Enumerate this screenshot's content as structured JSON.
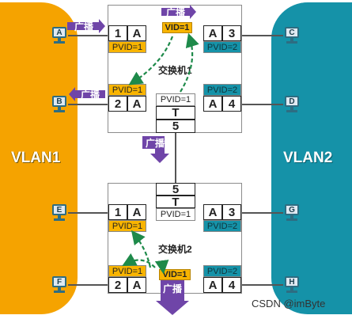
{
  "vlans": {
    "left": "VLAN1",
    "right": "VLAN2",
    "left_color": "#f5a300",
    "right_color": "#1592a8"
  },
  "broadcast_label": "广播",
  "hosts": [
    "A",
    "B",
    "C",
    "D",
    "E",
    "F",
    "G",
    "H"
  ],
  "switch1": {
    "name": "交换机1",
    "vid_tag": "VID=1",
    "ports": {
      "p1": {
        "num": "1",
        "type": "A",
        "pvid": "PVID=1"
      },
      "p2": {
        "num": "2",
        "type": "A",
        "pvid": "PVID=1"
      },
      "p3": {
        "num": "3",
        "type": "A",
        "pvid": "PVID=2"
      },
      "p4": {
        "num": "4",
        "type": "A",
        "pvid": "PVID=2"
      },
      "p5": {
        "num": "5",
        "type": "T",
        "pvid": "PVID=1"
      }
    }
  },
  "switch2": {
    "name": "交换机2",
    "vid_tag": "VID=1",
    "ports": {
      "p1": {
        "num": "1",
        "type": "A",
        "pvid": "PVID=1"
      },
      "p2": {
        "num": "2",
        "type": "A",
        "pvid": "PVID=1"
      },
      "p3": {
        "num": "3",
        "type": "A",
        "pvid": "PVID=2"
      },
      "p4": {
        "num": "4",
        "type": "A",
        "pvid": "PVID=2"
      },
      "p5": {
        "num": "5",
        "type": "T",
        "pvid": "PVID=1"
      }
    }
  },
  "watermark": "CSDN @imByte",
  "colors": {
    "pvid_vlan1": "#f8b400",
    "pvid_vlan2": "#1592a8",
    "broadcast": "#6f45a8",
    "arrow": "#1e8a4a"
  }
}
